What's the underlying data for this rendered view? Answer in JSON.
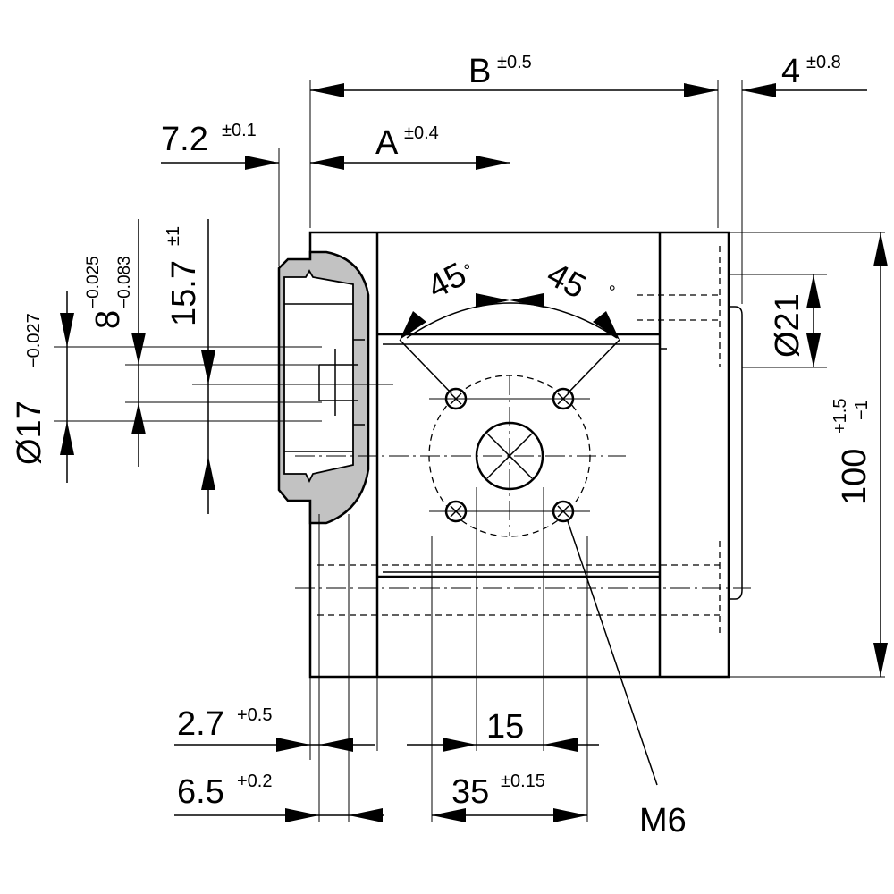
{
  "dimensions": {
    "B": {
      "label": "B",
      "tol": "±0.5"
    },
    "four": {
      "label": "4",
      "tol": "±0.8"
    },
    "seven": {
      "label": "7.2",
      "tol": "±0.1"
    },
    "A": {
      "label": "A",
      "tol": "±0.4"
    },
    "eight": {
      "label": "8",
      "tol_upper": "−0.025",
      "tol_lower": "−0.083"
    },
    "fifteen7": {
      "label": "15.7",
      "tol": "±1"
    },
    "dia17": {
      "label": "Ø17",
      "tol": "−0.027"
    },
    "dia21": {
      "label": "Ø21"
    },
    "hundred": {
      "label": "100",
      "tol_upper": "+1.5",
      "tol_lower": "−1"
    },
    "angle_left": {
      "label": "45",
      "unit": "°"
    },
    "angle_right": {
      "label": "45",
      "unit": "°"
    },
    "two7": {
      "label": "2.7",
      "tol": "+0.5"
    },
    "six5": {
      "label": "6.5",
      "tol": "+0.2"
    },
    "fifteen": {
      "label": "15"
    },
    "thirtyfive": {
      "label": "35",
      "tol": "±0.15"
    },
    "thread": {
      "label": "M6"
    }
  }
}
